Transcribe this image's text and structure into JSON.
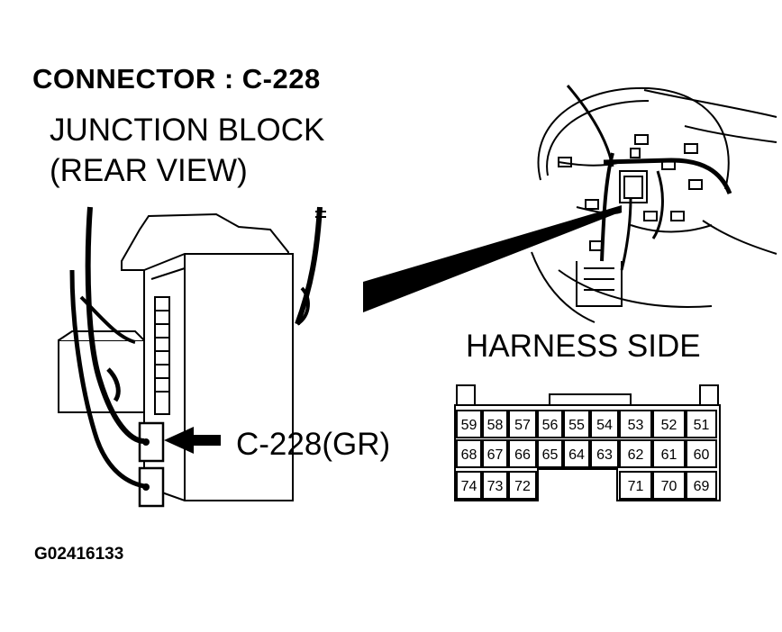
{
  "header": {
    "title": "CONNECTOR : C-228",
    "subtitle_line1": "JUNCTION BLOCK",
    "subtitle_line2": "(REAR VIEW)"
  },
  "harness_label": "HARNESS SIDE",
  "callout_label": "C-228(GR)",
  "figure_id": "G02416133",
  "connector": {
    "row1": [
      "59",
      "58",
      "57",
      "56",
      "55",
      "54",
      "53",
      "52",
      "51"
    ],
    "row2": [
      "68",
      "67",
      "66",
      "65",
      "64",
      "63",
      "62",
      "61",
      "60"
    ],
    "row3_left": [
      "74",
      "73",
      "72"
    ],
    "row3_right": [
      "71",
      "70",
      "69"
    ]
  }
}
